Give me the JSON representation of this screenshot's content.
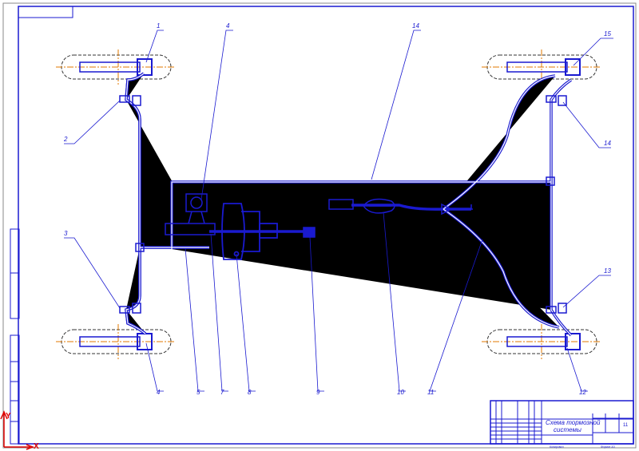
{
  "drawing": {
    "labels": {
      "l1": "1",
      "l4top": "4",
      "l14top": "14",
      "l15": "15",
      "l2": "2",
      "l14right": "14",
      "l3": "3",
      "l13": "13",
      "l4": "4",
      "l5": "5",
      "l7": "7",
      "l8": "8",
      "l9": "9",
      "l10": "10",
      "l11": "11",
      "l12": "12"
    },
    "title_block": {
      "title_line1": "Схема тормозной",
      "title_line2": "системы",
      "sheet": "11",
      "copied": "Копировал",
      "format": "Формат  A3"
    },
    "axes": {
      "x": "X",
      "y": "Y"
    },
    "colors": {
      "line": "#1a1ad0",
      "axis": "#e07a00",
      "ucs": "#e00000"
    }
  }
}
